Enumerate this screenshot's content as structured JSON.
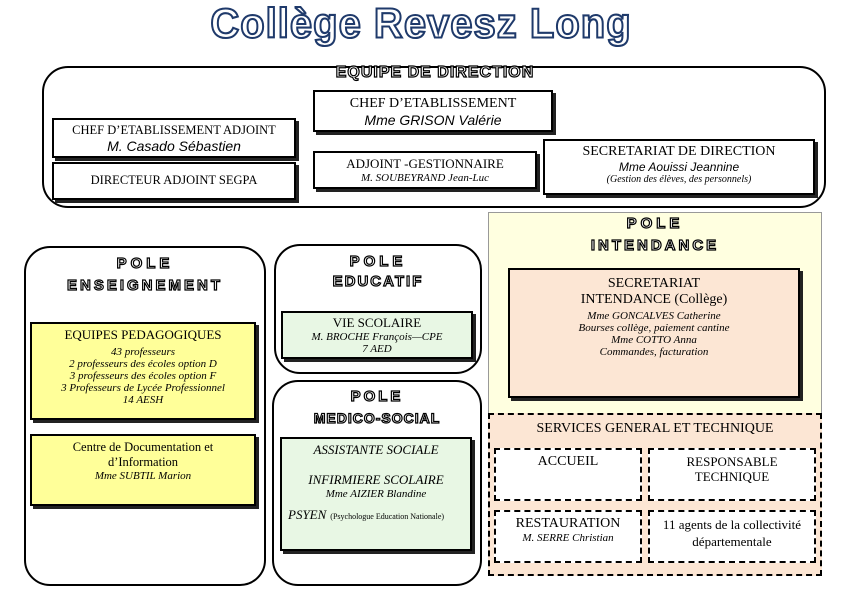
{
  "title": "Collège Revesz Long",
  "direction": {
    "label": "EQUIPE DE DIRECTION",
    "chef": {
      "role": "CHEF D’ETABLISSEMENT",
      "name": "Mme GRISON Valérie"
    },
    "adjoint": {
      "role": "CHEF D’ETABLISSEMENT ADJOINT",
      "name": "M. Casado Sébastien"
    },
    "segpa": {
      "role": "DIRECTEUR ADJOINT SEGPA"
    },
    "gestionnaire": {
      "role": "ADJOINT -GESTIONNAIRE",
      "name": "M. SOUBEYRAND Jean-Luc"
    },
    "secretariat": {
      "role": "SECRETARIAT DE DIRECTION",
      "name": "Mme Aouissi Jeannine",
      "detail": "(Gestion des élèves, des personnels)"
    }
  },
  "enseignement": {
    "label1": "POLE",
    "label2": "ENSEIGNEMENT",
    "equipes": {
      "title": "EQUIPES PEDAGOGIQUES",
      "lines": [
        "43 professeurs",
        "2 professeurs des écoles option D",
        "3 professeurs des écoles option F",
        "3 Professeurs de Lycée Professionnel",
        "14 AESH"
      ]
    },
    "cdi": {
      "title": "Centre de Documentation et d’Information",
      "name": "Mme SUBTIL Marion"
    }
  },
  "educatif": {
    "label1": "POLE",
    "label2": "EDUCATIF",
    "vie": {
      "title": "VIE SCOLAIRE",
      "name": "M. BROCHE François—CPE",
      "aed": "7 AED"
    }
  },
  "medico": {
    "label1": "POLE",
    "label2": "MEDICO-SOCIAL",
    "assistante": "ASSISTANTE SOCIALE",
    "infirmiere": "INFIRMIERE SCOLAIRE",
    "infirmiere_name": "Mme  AIZIER Blandine",
    "psyen": "PSYEN",
    "psyen_detail": "(Psychologue Education Nationale)"
  },
  "intendance": {
    "label1": "POLE",
    "label2": "INTENDANCE",
    "secretariat": {
      "title1": "SECRETARIAT",
      "title2": "INTENDANCE (Collège)",
      "lines": [
        "Mme GONCALVES Catherine",
        "Bourses collège, paiement cantine",
        "Mme COTTO Anna",
        "Commandes, facturation"
      ]
    },
    "services": {
      "title": "SERVICES GENERAL ET TECHNIQUE",
      "accueil": "ACCUEIL",
      "responsable": "RESPONSABLE TECHNIQUE",
      "restauration": "RESTAURATION",
      "restauration_name": "M.  SERRE Christian",
      "agents": "11 agents de la collectivité départementale"
    }
  }
}
